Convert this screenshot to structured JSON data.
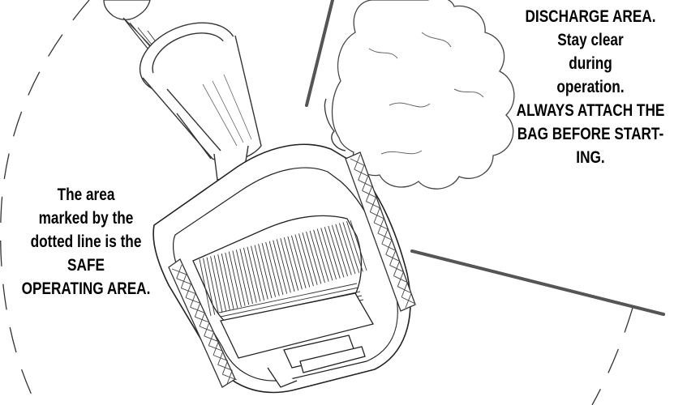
{
  "illustration": {
    "subject": "shredder-chipper-safety-diagram",
    "line_color": "#222222"
  },
  "captions": {
    "safe_area": {
      "lines": [
        "The area",
        "marked by the",
        "dotted line is the",
        "SAFE",
        "OPERATING AREA."
      ]
    },
    "discharge": {
      "lines": [
        "DISCHARGE AREA.",
        "Stay clear",
        "during",
        "operation.",
        "ALWAYS ATTACH THE",
        "BAG BEFORE START-",
        "ING."
      ]
    }
  }
}
